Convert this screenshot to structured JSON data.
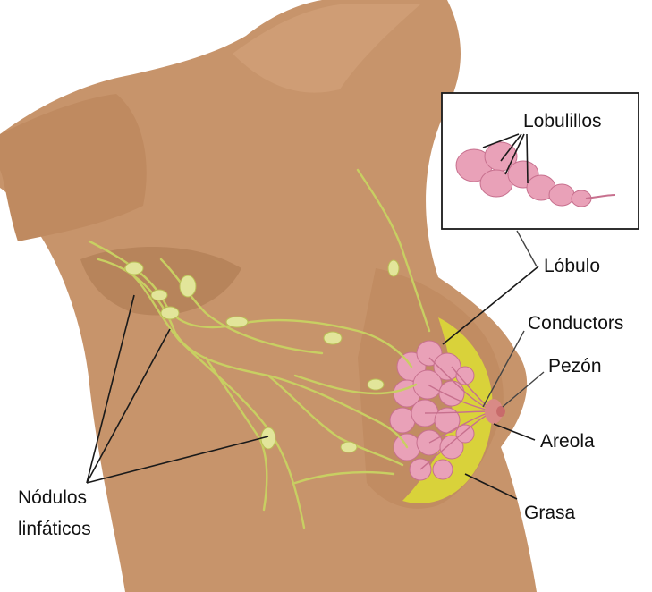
{
  "labels": {
    "lobulillos": "Lobulillos",
    "lobulo": "Lóbulo",
    "conductors": "Conductors",
    "pezon": "Pezón",
    "areola": "Areola",
    "grasa": "Grasa",
    "nodulos_line1": "Nódulos",
    "nodulos_line2": "linfáticos"
  },
  "colors": {
    "skin": "#c7946b",
    "skin_shadow": "#a9774f",
    "lymph": "#d7dc7a",
    "fat": "#d9d23a",
    "lobule": "#e9a1b8",
    "inset_border": "#1a1a1a"
  }
}
